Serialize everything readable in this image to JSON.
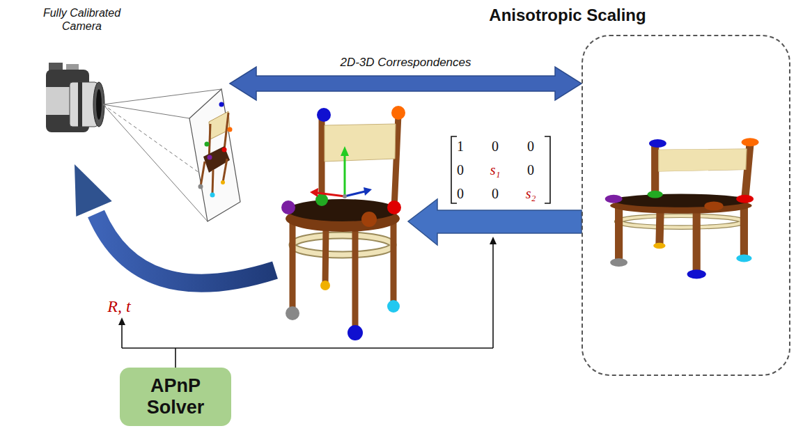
{
  "diagram": {
    "nodes": [
      {
        "text": [
          "Fully Calibrated Camera"
        ]
      },
      {
        "text": [
          "Anisotropic Scaling"
        ]
      },
      {
        "text": [
          "APnP Solver"
        ]
      }
    ],
    "edges": [
      {
        "from": 0,
        "to": 1,
        "arrow": "both",
        "label": "2D-3D Correspondences"
      }
    ],
    "labels": [
      "1",
      "0",
      "0",
      "0",
      "s₁",
      "0",
      "0",
      "0",
      "s₂",
      "R, t"
    ]
  }
}
